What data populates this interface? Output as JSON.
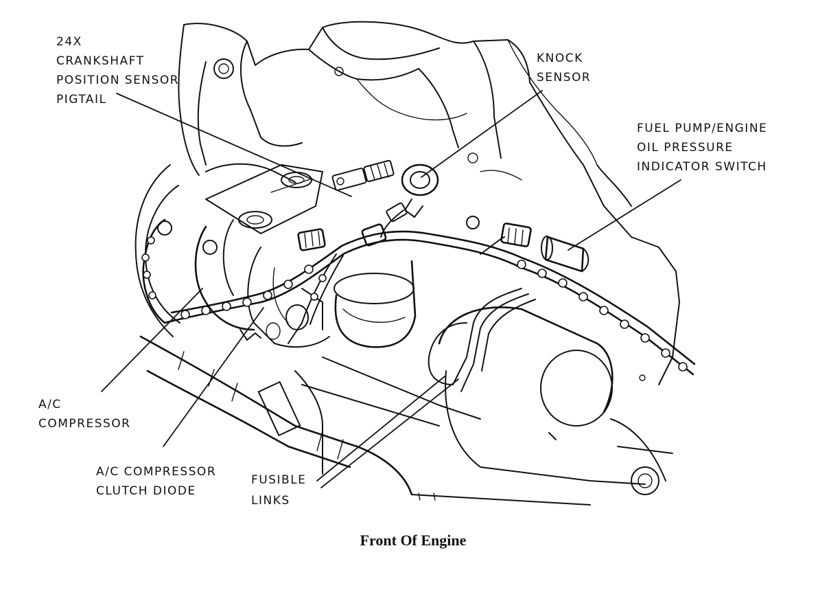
{
  "labels": {
    "crank_sensor": [
      "24X",
      "CRANKSHAFT",
      "POSITION SENSOR",
      "PIGTAIL"
    ],
    "knock_sensor": [
      "KNOCK",
      "SENSOR"
    ],
    "oil_switch": [
      "FUEL PUMP/ENGINE",
      "OIL PRESSURE",
      "INDICATOR SWITCH"
    ],
    "ac_compressor": [
      "A/C",
      "COMPRESSOR"
    ],
    "clutch_diode": [
      "A/C COMPRESSOR",
      "CLUTCH DIODE"
    ],
    "fusible_links": [
      "FUSIBLE",
      "LINKS"
    ]
  },
  "caption": "Front Of Engine"
}
